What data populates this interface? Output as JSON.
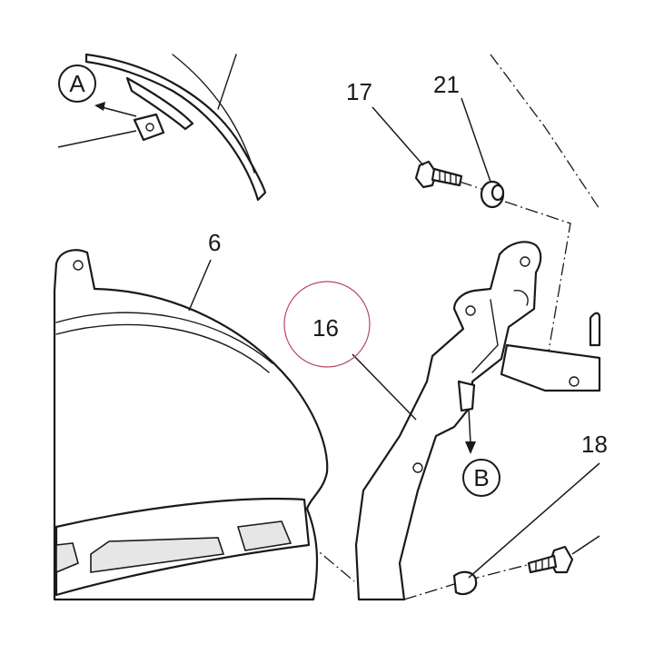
{
  "callouts": {
    "part_17": "17",
    "part_21": "21",
    "part_6": "6",
    "part_16": "16",
    "part_18_partial": "18"
  },
  "view_markers": {
    "a": "A",
    "b": "B"
  },
  "colors": {
    "line": "#1a1a1a",
    "highlight_circle": "#b8485e",
    "background": "#ffffff"
  }
}
